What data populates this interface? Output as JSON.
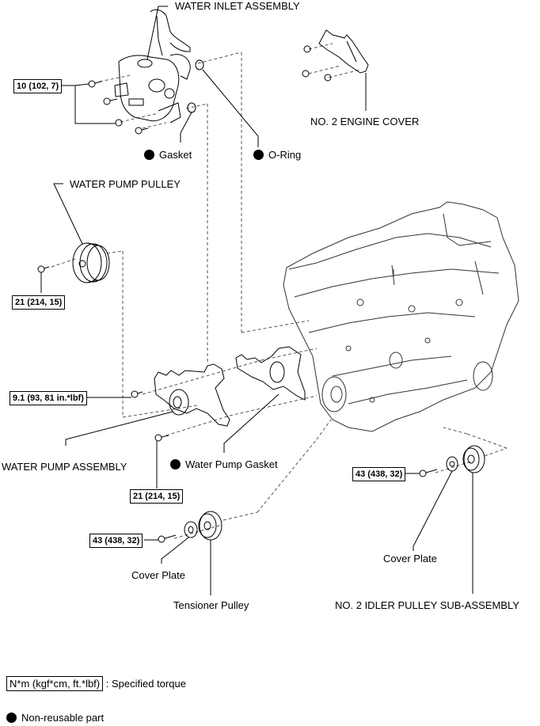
{
  "labels": {
    "water_inlet_assembly": "WATER INLET ASSEMBLY",
    "no2_engine_cover": "NO. 2 ENGINE COVER",
    "gasket": "Gasket",
    "o_ring": "O-Ring",
    "water_pump_pulley": "WATER PUMP PULLEY",
    "water_pump_assembly": "WATER PUMP ASSEMBLY",
    "water_pump_gasket": "Water Pump Gasket",
    "cover_plate_left": "Cover Plate",
    "tensioner_pulley": "Tensioner Pulley",
    "cover_plate_right": "Cover Plate",
    "no2_idler_pulley": "NO. 2 IDLER PULLEY SUB-ASSEMBLY"
  },
  "torque_specs": {
    "water_inlet_bolts": "10 (102, 7)",
    "water_pump_pulley_bolt": "21 (214, 15)",
    "water_pump_bolt_small": "9.1 (93, 81 in.*lbf)",
    "water_pump_bolt": "21 (214, 15)",
    "tensioner_pulley_bolt": "43 (438, 32)",
    "idler_pulley_bolt": "43 (438, 32)"
  },
  "legend": {
    "torque_unit": "N*m (kgf*cm, ft.*lbf)",
    "torque_desc": ": Specified torque",
    "non_reusable": "Non-reusable part"
  },
  "non_reusable_parts": [
    "Gasket",
    "O-Ring",
    "Water Pump Gasket"
  ]
}
